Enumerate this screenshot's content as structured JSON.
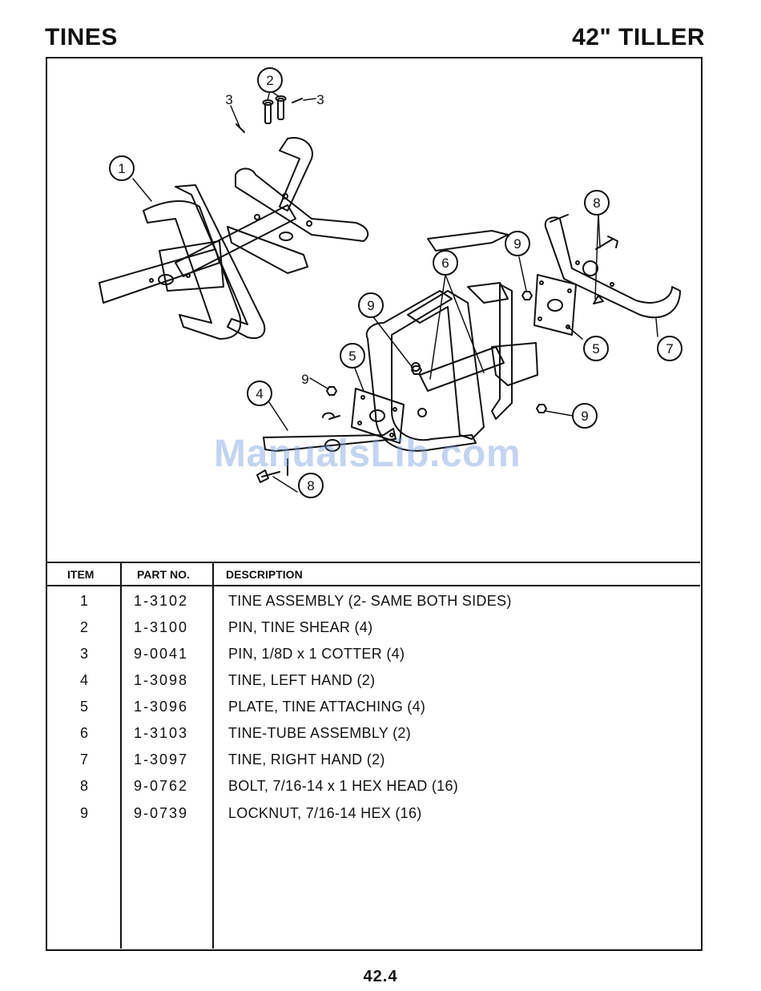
{
  "header": {
    "left_title": "TINES",
    "right_title": "42\" TILLER"
  },
  "diagram": {
    "callouts": [
      "1",
      "2",
      "3",
      "3",
      "4",
      "5",
      "5",
      "6",
      "7",
      "8",
      "8",
      "9",
      "9",
      "9",
      "9"
    ],
    "watermark": "ManualsLib.com"
  },
  "table": {
    "headers": [
      "ITEM",
      "PART NO.",
      "DESCRIPTION"
    ],
    "rows": [
      {
        "item": "1",
        "part": "1-3102",
        "desc": "TINE ASSEMBLY  (2- SAME BOTH SIDES)"
      },
      {
        "item": "2",
        "part": "1-3100",
        "desc": "PIN, TINE SHEAR   (4)"
      },
      {
        "item": "3",
        "part": "9-0041",
        "desc": "PIN,  1/8D x 1 COTTER   (4)"
      },
      {
        "item": "4",
        "part": "1-3098",
        "desc": "TINE,  LEFT HAND   (2)"
      },
      {
        "item": "5",
        "part": "1-3096",
        "desc": "PLATE, TINE ATTACHING   (4)"
      },
      {
        "item": "6",
        "part": "1-3103",
        "desc": "TINE-TUBE ASSEMBLY  (2)"
      },
      {
        "item": "7",
        "part": "1-3097",
        "desc": "TINE, RIGHT HAND   (2)"
      },
      {
        "item": "8",
        "part": "9-0762",
        "desc": "BOLT,  7/16-14 x 1 HEX HEAD   (16)"
      },
      {
        "item": "9",
        "part": "9-0739",
        "desc": "LOCKNUT,  7/16-14  HEX   (16)"
      }
    ]
  },
  "footer": {
    "page_number": "42.4"
  }
}
